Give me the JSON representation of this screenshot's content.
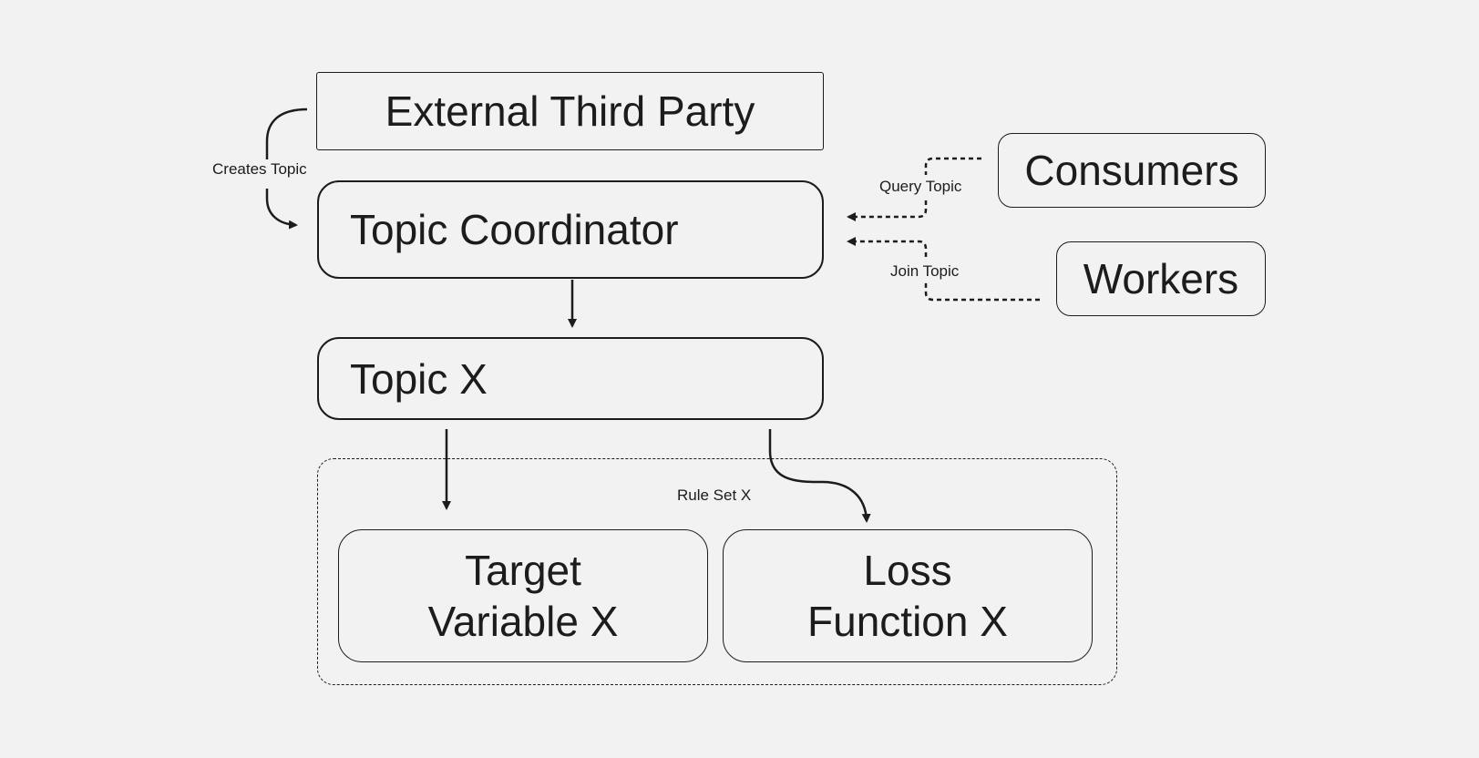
{
  "nodes": {
    "external_third_party": "External Third Party",
    "topic_coordinator": "Topic Coordinator",
    "topic_x": "Topic X",
    "consumers": "Consumers",
    "workers": "Workers",
    "target_variable": [
      "Target",
      "Variable X"
    ],
    "loss_function": [
      "Loss",
      "Function X"
    ]
  },
  "groups": {
    "rule_set": "Rule Set X"
  },
  "edges": {
    "creates_topic": "Creates Topic",
    "query_topic": "Query Topic",
    "join_topic": "Join Topic"
  },
  "colors": {
    "background": "#f2f2f2",
    "ink": "#1c1c1c"
  }
}
